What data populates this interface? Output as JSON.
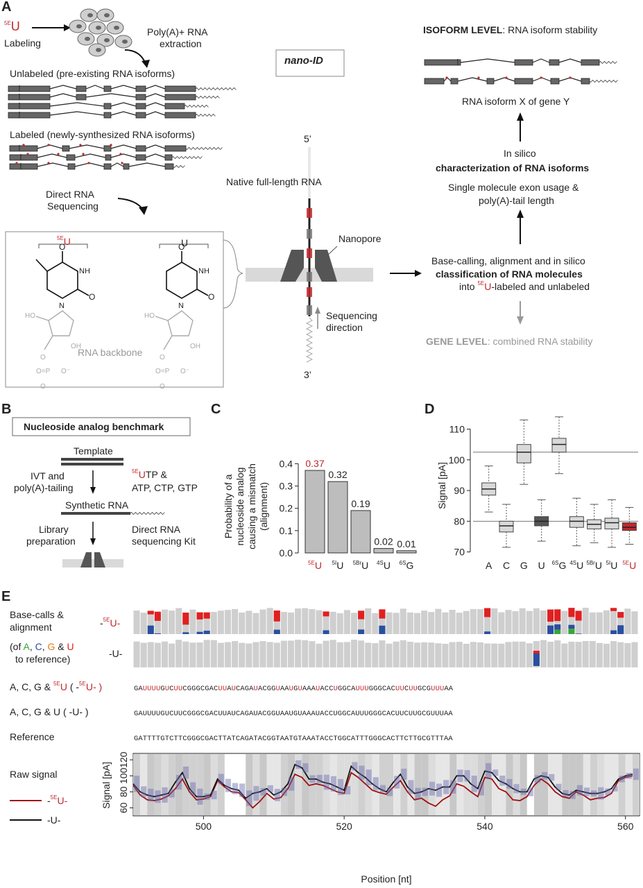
{
  "labels": {
    "A": "A",
    "B": "B",
    "C": "C",
    "D": "D",
    "E": "E"
  },
  "panelA": {
    "labeling_sup": "5E",
    "labeling_base": "U",
    "labeling": "Labeling",
    "extraction_1": "Poly(A)+ RNA",
    "extraction_2": "extraction",
    "unlabeled": "Unlabeled (pre-existing RNA isoforms)",
    "labeled": "Labeled (newly-synthesized RNA isoforms)",
    "drs_1": "Direct RNA",
    "drs_2": "Sequencing",
    "nano_id": "nano-ID",
    "five_prime": "5’",
    "three_prime": "3’",
    "native": "Native full-length RNA",
    "nanopore": "Nanopore",
    "seq_dir_1": "Sequencing",
    "seq_dir_2": "direction",
    "box_label1_sup": "5E",
    "box_label1_base": "U",
    "box_label2": "U",
    "backbone": "RNA backbone",
    "isoform_level_b": "ISOFORM LEVEL",
    "isoform_level_r": ": RNA isoform stability",
    "isoform_x": "RNA isoform X of gene Y",
    "in_silico": "In silico",
    "characterization": "characterization of RNA isoforms",
    "exon_usage_1": "Single molecule exon usage &",
    "exon_usage_2": "poly(A)-tail length",
    "basecalling_1": "Base-calling, alignment and in silico",
    "classification": "classification of RNA molecules",
    "into_pre": "into ",
    "into_sup": "5E",
    "into_u": "U",
    "into_post": "-labeled and unlabeled",
    "gene_level_b": "GENE LEVEL",
    "gene_level_r": ": combined RNA stability"
  },
  "panelB": {
    "title": "Nucleoside analog benchmark",
    "template": "Template",
    "ivt_1": "IVT and",
    "ivt_2": "poly(A)-tailing",
    "utp_sup": "5E",
    "utp_u": "U",
    "utp_post": "TP &",
    "ntps_a": "ATP, C",
    "ntps_ctp": "TP, G",
    "ntps_gtp": "TP",
    "synthetic": "Synthetic RNA",
    "lib_1": "Library",
    "lib_2": "preparation",
    "kit_1": "Direct RNA",
    "kit_2": "sequencing Kit"
  },
  "chart_data": [
    {
      "type": "bar",
      "ylabel": "Probability of a nucleoside analog causing a mismatch (alignment)",
      "categories": [
        "5EU",
        "5IU",
        "5BrU",
        "4SU",
        "6SG"
      ],
      "values": [
        0.37,
        0.32,
        0.19,
        0.02,
        0.01
      ],
      "value_labels": [
        "0.37",
        "0.32",
        "0.19",
        "0.02",
        "0.01"
      ],
      "cat_sup": [
        "5E",
        "5I",
        "5Br",
        "4S",
        "6S"
      ],
      "cat_base": [
        "U",
        "U",
        "U",
        "U",
        "G"
      ],
      "highlight_color": "#c0282d",
      "yticks": [
        0.0,
        0.1,
        0.2,
        0.3,
        0.4
      ],
      "ytick_labels": [
        "0.0",
        "0.1",
        "0.2",
        "0.3",
        "0.4"
      ],
      "ylim": [
        0,
        0.42
      ]
    },
    {
      "type": "boxplot",
      "ylabel": "Signal [pA]",
      "categories": [
        "A",
        "C",
        "G",
        "U",
        "6SG",
        "4SU",
        "5BrU",
        "5IU",
        "5EU"
      ],
      "cat_sup": [
        "",
        "",
        "",
        "",
        "6S",
        "4S",
        "5Br",
        "5I",
        "5E"
      ],
      "cat_base": [
        "A",
        "C",
        "G",
        "U",
        "G",
        "U",
        "U",
        "U",
        "U"
      ],
      "stats": [
        {
          "min": 83,
          "q1": 88.5,
          "median": 90.5,
          "q3": 92.5,
          "max": 98
        },
        {
          "min": 71.5,
          "q1": 76.5,
          "median": 78.5,
          "q3": 80,
          "max": 85.5
        },
        {
          "min": 92,
          "q1": 99,
          "median": 102.5,
          "q3": 105,
          "max": 113
        },
        {
          "min": 73.5,
          "q1": 78.5,
          "median": 80,
          "q3": 81.5,
          "max": 87
        },
        {
          "min": 95.5,
          "q1": 102.5,
          "median": 105,
          "q3": 107,
          "max": 114
        },
        {
          "min": 72,
          "q1": 78,
          "median": 80,
          "q3": 81.5,
          "max": 87.5
        },
        {
          "min": 73,
          "q1": 77.5,
          "median": 79,
          "q3": 80.5,
          "max": 85.5
        },
        {
          "min": 71.5,
          "q1": 77.5,
          "median": 79.5,
          "q3": 81,
          "max": 87
        },
        {
          "min": 72.5,
          "q1": 77,
          "median": 78,
          "q3": 79.5,
          "max": 84.5
        }
      ],
      "box_colors": [
        "#d9d9d9",
        "#d9d9d9",
        "#d9d9d9",
        "#555555",
        "#d9d9d9",
        "#d9d9d9",
        "#d9d9d9",
        "#d9d9d9",
        "#c0282d"
      ],
      "hlines": [
        80,
        102.5
      ],
      "yticks": [
        70,
        80,
        90,
        100,
        110
      ],
      "ytick_labels": [
        "70",
        "80",
        "90",
        "100",
        "110"
      ],
      "ylim": [
        69,
        116
      ]
    },
    {
      "type": "line",
      "ylabel": "Signal [pA]",
      "xlabel": "Position [nt]",
      "xticks": [
        500,
        520,
        540,
        560
      ],
      "xtick_labels": [
        "500",
        "520",
        "540",
        "560"
      ],
      "yticks": [
        60,
        80,
        100,
        120
      ],
      "ytick_labels": [
        "60",
        "80",
        "100",
        "120"
      ],
      "xlim": [
        490,
        562
      ],
      "ylim": [
        50,
        128
      ],
      "series": [
        {
          "name": "-5EU-",
          "color": "#a01010",
          "values": [
            88,
            76,
            70,
            69,
            71,
            75,
            84,
            96,
            80,
            70,
            71,
            74,
            94,
            86,
            80,
            79,
            70,
            60,
            68,
            78,
            71,
            73,
            84,
            102,
            98,
            88,
            90,
            88,
            84,
            80,
            78,
            104,
            98,
            90,
            82,
            79,
            77,
            86,
            94,
            80,
            70,
            72,
            66,
            62,
            70,
            75,
            90,
            87,
            80,
            74,
            98,
            96,
            84,
            80,
            70,
            69,
            74,
            88,
            96,
            90,
            80,
            74,
            72,
            80,
            76,
            70,
            72,
            73,
            78,
            94,
            98,
            100
          ]
        },
        {
          "name": "-U-",
          "color": "#111111",
          "values": [
            90,
            80,
            76,
            74,
            76,
            78,
            92,
            104,
            84,
            74,
            74,
            76,
            96,
            88,
            84,
            82,
            72,
            78,
            80,
            84,
            76,
            80,
            90,
            114,
            110,
            96,
            96,
            92,
            90,
            86,
            82,
            112,
            104,
            98,
            90,
            84,
            80,
            92,
            102,
            86,
            78,
            80,
            84,
            82,
            86,
            86,
            100,
            100,
            90,
            84,
            106,
            104,
            94,
            90,
            84,
            80,
            80,
            96,
            100,
            98,
            86,
            78,
            76,
            82,
            80,
            78,
            78,
            80,
            84,
            96,
            100,
            102
          ]
        }
      ]
    }
  ],
  "panelE": {
    "basecalls_1": "Base-calls &",
    "basecalls_2": "alignment",
    "of_pre": "(of ",
    "of_a": "A",
    ", ": ", ",
    "of_c": "C",
    "of_g": "G",
    "of_amp": " & ",
    "of_u": "U",
    "to_ref": "to reference)",
    "row_5eu_pre": "-",
    "row_5eu_sup": "5E",
    "row_5eu_post": "U-",
    "row_u": "-U-",
    "seqlbl_1": "A, C, G & ",
    "seqlbl_1_sup": "5E",
    "seqlbl_1_u": "U",
    "seqlbl_1_post": "  ( -",
    "seqlbl_1_sup2": "5E",
    "seqlbl_1_post2": "U- )",
    "seqlbl_2": "A, C, G & U   ( -U- )",
    "seqlbl_3": "Reference",
    "seq_ref": "GATTTTGTCTTCGGGCGACTTATCAGATACGGTAATGTAAATACCTGGCATTTGGGCACTTCTTGCGTTTAA",
    "seq_u": "GAUUUUGUCUUCGGGCGACUUAUCAGAUACGGUAAUGUAAAUACCUGGCAUUUGGGCACUUCUUGCGUUUAA",
    "raw_signal": "Raw signal",
    "legend_5eu_pre": "-",
    "legend_5eu_sup": "5E",
    "legend_5eu_post": "U-",
    "legend_u": "-U-"
  },
  "colors": {
    "red": "#c0282d",
    "A": "#3aa63a",
    "C": "#2a4fa0",
    "G": "#e07a1b",
    "U": "#e02020",
    "grey": "#cfcfcf"
  }
}
